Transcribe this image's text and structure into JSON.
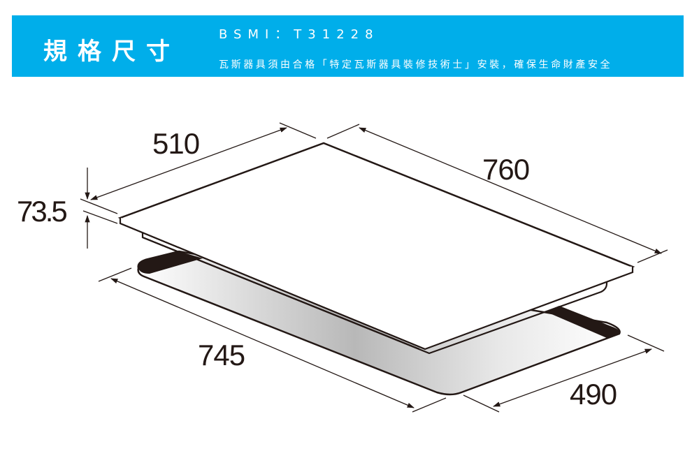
{
  "header": {
    "title": "規格尺寸",
    "bsmi": "BSMI：T31228",
    "notice": "瓦斯器具須由合格「特定瓦斯器具裝修技術士」安裝，確保生命財產安全",
    "background_color": "#00aeea",
    "text_color": "#ffffff"
  },
  "diagram": {
    "subject": "built-in cooktop dimension drawing",
    "units": "mm",
    "dimensions": {
      "depth": "510",
      "width": "760",
      "height": "73.5",
      "cutout_width": "745",
      "cutout_depth": "490"
    },
    "line_color": "#231815"
  }
}
